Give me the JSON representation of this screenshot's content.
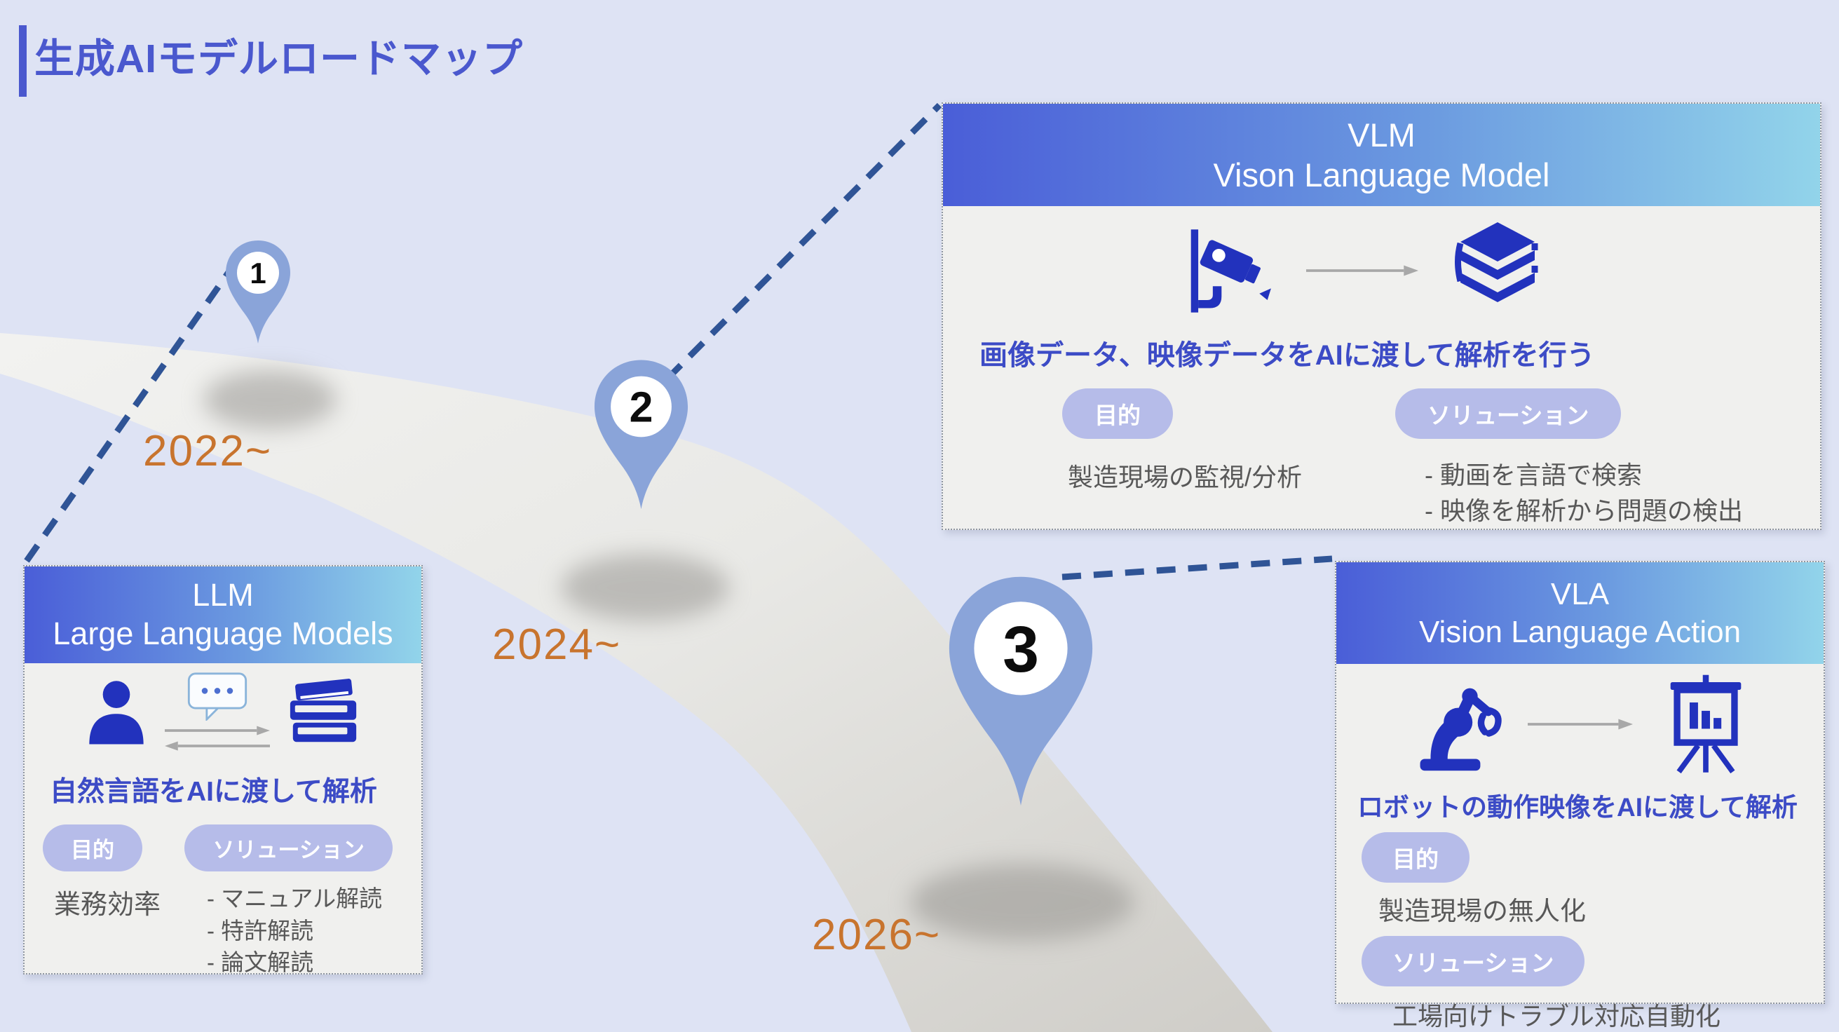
{
  "title": "生成AIモデルロードマップ",
  "timeline": {
    "pins": [
      {
        "number": "1",
        "year": "2022~"
      },
      {
        "number": "2",
        "year": "2024~"
      },
      {
        "number": "3",
        "year": "2026~"
      }
    ]
  },
  "cards": {
    "llm": {
      "abbr": "LLM",
      "full_name": "Large Language Models",
      "description": "自然言語をAIに渡して解析",
      "purpose_label": "目的",
      "purpose_text": "業務効率",
      "solution_label": "ソリューション",
      "solution_items": [
        "- マニュアル解読",
        "- 特許解読",
        "- 論文解読"
      ],
      "icons": [
        "user-icon",
        "chat-bubble-icon",
        "arrow-right-icon",
        "arrow-left-icon",
        "books-icon"
      ]
    },
    "vlm": {
      "abbr": "VLM",
      "full_name": "Vison Language Model",
      "description": "画像データ、映像データをAIに渡して解析を行う",
      "purpose_label": "目的",
      "purpose_text": "製造現場の監視/分析",
      "solution_label": "ソリューション",
      "solution_items": [
        "- 動画を言語で検索",
        "- 映像を解析から問題の検出"
      ],
      "icons": [
        "cctv-camera-icon",
        "arrow-right-icon",
        "books-icon"
      ]
    },
    "vla": {
      "abbr": "VLA",
      "full_name": "Vision Language Action",
      "description": "ロボットの動作映像をAIに渡して解析",
      "purpose_label": "目的",
      "purpose_text": "製造現場の無人化",
      "solution_label": "ソリューション",
      "solution_text": "工場向けトラブル対応自動化",
      "icons": [
        "robot-arm-icon",
        "arrow-right-icon",
        "presentation-chart-icon"
      ]
    }
  },
  "colors": {
    "background": "#dee3f4",
    "title": "#4a58ce",
    "header_gradient_start": "#4a5ed8",
    "header_gradient_end": "#92d4ea",
    "card_body": "#f0f0ee",
    "pill": "#b6bce9",
    "description_text": "#3c4bc6",
    "body_text": "#585858",
    "year_text": "#c8742e",
    "dash_line": "#2f5496",
    "pin_fill": "#8aa4d9",
    "icon_blue": "#2232bd",
    "road_light": "#f1f1ef",
    "road_dark": "#d0cec9"
  }
}
